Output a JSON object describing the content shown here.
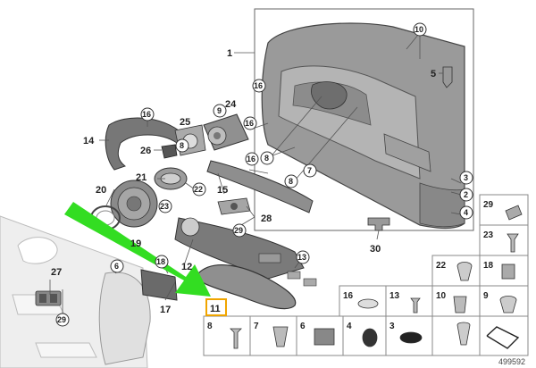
{
  "diagram": {
    "callouts": {
      "c1": "1",
      "c2": "2",
      "c3": "3",
      "c4": "4",
      "c5": "5",
      "c10": "10",
      "c16a": "16",
      "c16b": "16",
      "c16c": "16",
      "c16d": "16",
      "c24": "24",
      "c9": "9",
      "c25": "25",
      "c14": "14",
      "c8a": "8",
      "c8b": "8",
      "c7": "7",
      "c26": "26",
      "c21": "21",
      "c22": "22",
      "c20": "20",
      "c23": "23",
      "c19": "19",
      "c15": "15",
      "c28": "28",
      "c29a": "29",
      "c30": "30",
      "c6": "6",
      "c27": "27",
      "c29b": "29",
      "c18": "18",
      "c12": "12",
      "c13": "13",
      "c17": "17",
      "c11": "11"
    },
    "part_tiles": [
      "29",
      "23",
      "22",
      "18",
      "16",
      "13",
      "10",
      "9",
      "8",
      "7",
      "6",
      "4",
      "3"
    ],
    "catalog_number": "499592"
  },
  "colors": {
    "arrow": "#33dd22",
    "highlight": "#f0a500",
    "part": "#8a8a8a",
    "outline": "#444444"
  }
}
